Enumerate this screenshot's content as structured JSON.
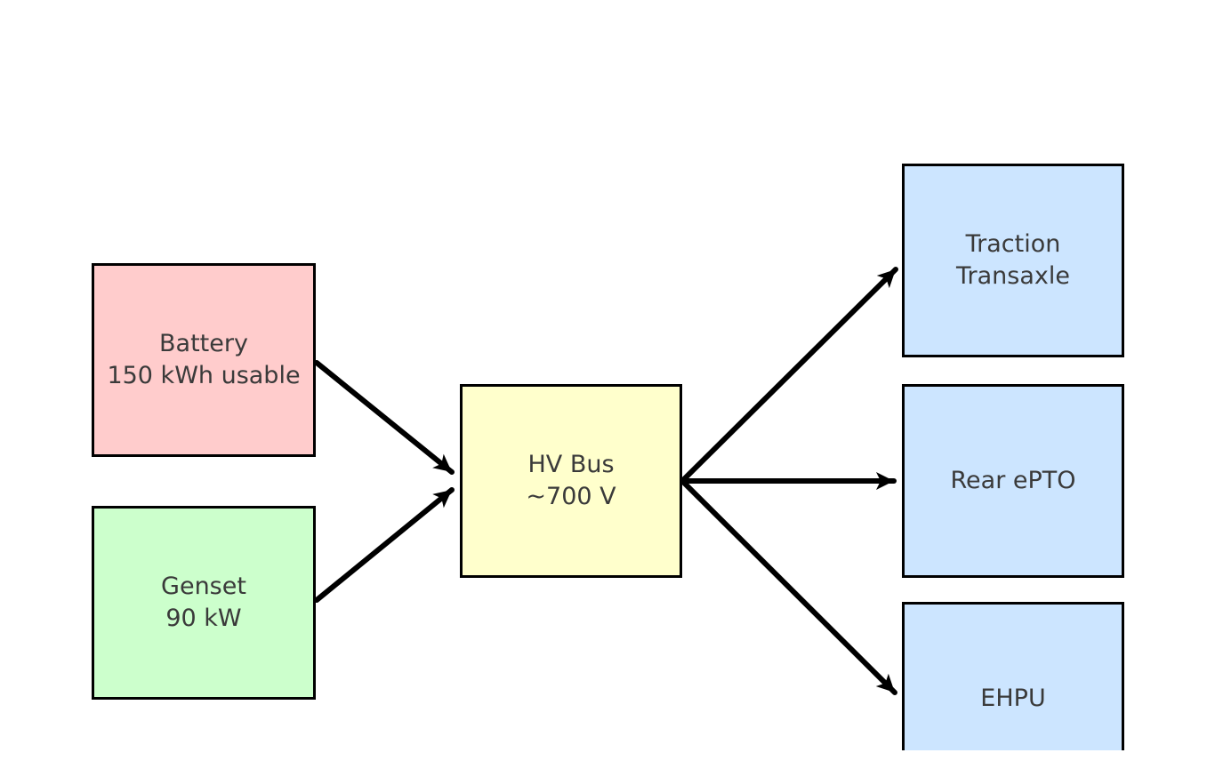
{
  "diagram": {
    "type": "flow-diagram",
    "nodes": {
      "battery": {
        "label": "Battery\n150 kWh usable",
        "fill": "#ffcccc"
      },
      "genset": {
        "label": "Genset\n90 kW",
        "fill": "#ccffcc"
      },
      "hv_bus": {
        "label": "HV Bus\n~700 V",
        "fill": "#ffffcc"
      },
      "traction": {
        "label": "Traction\nTransaxle",
        "fill": "#cce5ff"
      },
      "rear_epto": {
        "label": "Rear ePTO",
        "fill": "#cce5ff"
      },
      "ehpu": {
        "label": "EHPU",
        "fill": "#cce5ff"
      }
    },
    "edges": [
      {
        "from": "Battery",
        "to": "HV Bus"
      },
      {
        "from": "Genset",
        "to": "HV Bus"
      },
      {
        "from": "HV Bus",
        "to": "Traction Transaxle"
      },
      {
        "from": "HV Bus",
        "to": "Rear ePTO"
      },
      {
        "from": "HV Bus",
        "to": "EHPU"
      }
    ],
    "colors": {
      "background": "#ffffff",
      "border": "#000000",
      "arrow": "#000000",
      "text": "#3a3a3a"
    }
  }
}
